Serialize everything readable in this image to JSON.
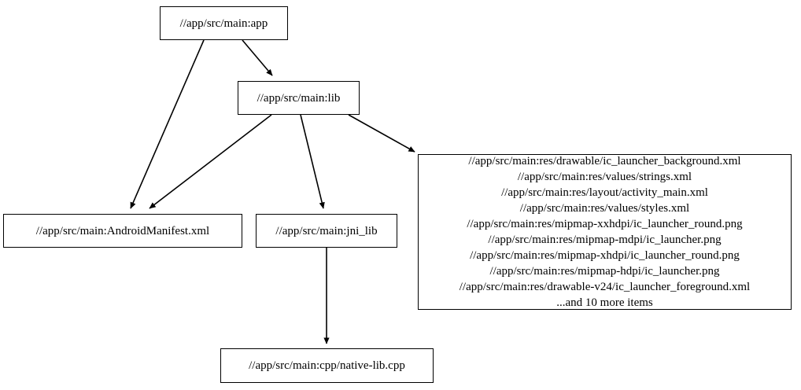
{
  "diagram": {
    "type": "directed-graph",
    "title": "Bazel build target dependency graph",
    "background_color": "#ffffff",
    "node_border_color": "#000000",
    "node_fill_color": "#ffffff",
    "edge_color": "#000000",
    "text_color": "#000000"
  },
  "nodes": {
    "app": {
      "id": "app",
      "label": "//app/src/main:app"
    },
    "lib": {
      "id": "lib",
      "label": "//app/src/main:lib"
    },
    "manifest": {
      "id": "manifest",
      "label": "//app/src/main:AndroidManifest.xml"
    },
    "jni_lib": {
      "id": "jni_lib",
      "label": "//app/src/main:jni_lib"
    },
    "cpp": {
      "id": "cpp",
      "label": "//app/src/main:cpp/native-lib.cpp"
    },
    "resources": {
      "id": "resources",
      "lines": [
        "//app/src/main:res/drawable/ic_launcher_background.xml",
        "//app/src/main:res/values/strings.xml",
        "//app/src/main:res/layout/activity_main.xml",
        "//app/src/main:res/values/styles.xml",
        "//app/src/main:res/mipmap-xxhdpi/ic_launcher_round.png",
        "//app/src/main:res/mipmap-mdpi/ic_launcher.png",
        "//app/src/main:res/mipmap-xhdpi/ic_launcher_round.png",
        "//app/src/main:res/mipmap-hdpi/ic_launcher.png",
        "//app/src/main:res/drawable-v24/ic_launcher_foreground.xml",
        "...and 10 more items"
      ],
      "label": "//app/src/main:res/drawable/ic_launcher_background.xml\n//app/src/main:res/values/strings.xml\n//app/src/main:res/layout/activity_main.xml\n//app/src/main:res/values/styles.xml\n//app/src/main:res/mipmap-xxhdpi/ic_launcher_round.png\n//app/src/main:res/mipmap-mdpi/ic_launcher.png\n//app/src/main:res/mipmap-xhdpi/ic_launcher_round.png\n//app/src/main:res/mipmap-hdpi/ic_launcher.png\n//app/src/main:res/drawable-v24/ic_launcher_foreground.xml\n...and 10 more items"
    }
  },
  "edges": [
    {
      "from": "app",
      "to": "manifest"
    },
    {
      "from": "app",
      "to": "lib"
    },
    {
      "from": "lib",
      "to": "manifest"
    },
    {
      "from": "lib",
      "to": "jni_lib"
    },
    {
      "from": "lib",
      "to": "resources"
    },
    {
      "from": "jni_lib",
      "to": "cpp"
    }
  ]
}
